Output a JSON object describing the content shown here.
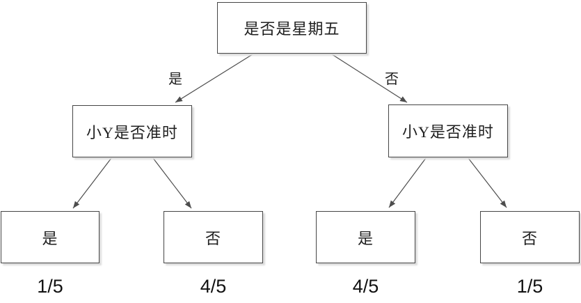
{
  "tree": {
    "root_label": "是否是星期五",
    "branches": [
      {
        "edge_label": "是",
        "node_label": "小Y是否准时",
        "leaves": [
          {
            "label": "是",
            "value": "1/5"
          },
          {
            "label": "否",
            "value": "4/5"
          }
        ]
      },
      {
        "edge_label": "否",
        "node_label": "小Y是否准时",
        "leaves": [
          {
            "label": "是",
            "value": "4/5"
          },
          {
            "label": "否",
            "value": "1/5"
          }
        ]
      }
    ]
  },
  "colors": {
    "box_border": "#454545",
    "box_fill": "#ffffff",
    "connector": "#4d4d4d",
    "shadow": "#dcdcdc",
    "text": "#1f1f1f"
  }
}
